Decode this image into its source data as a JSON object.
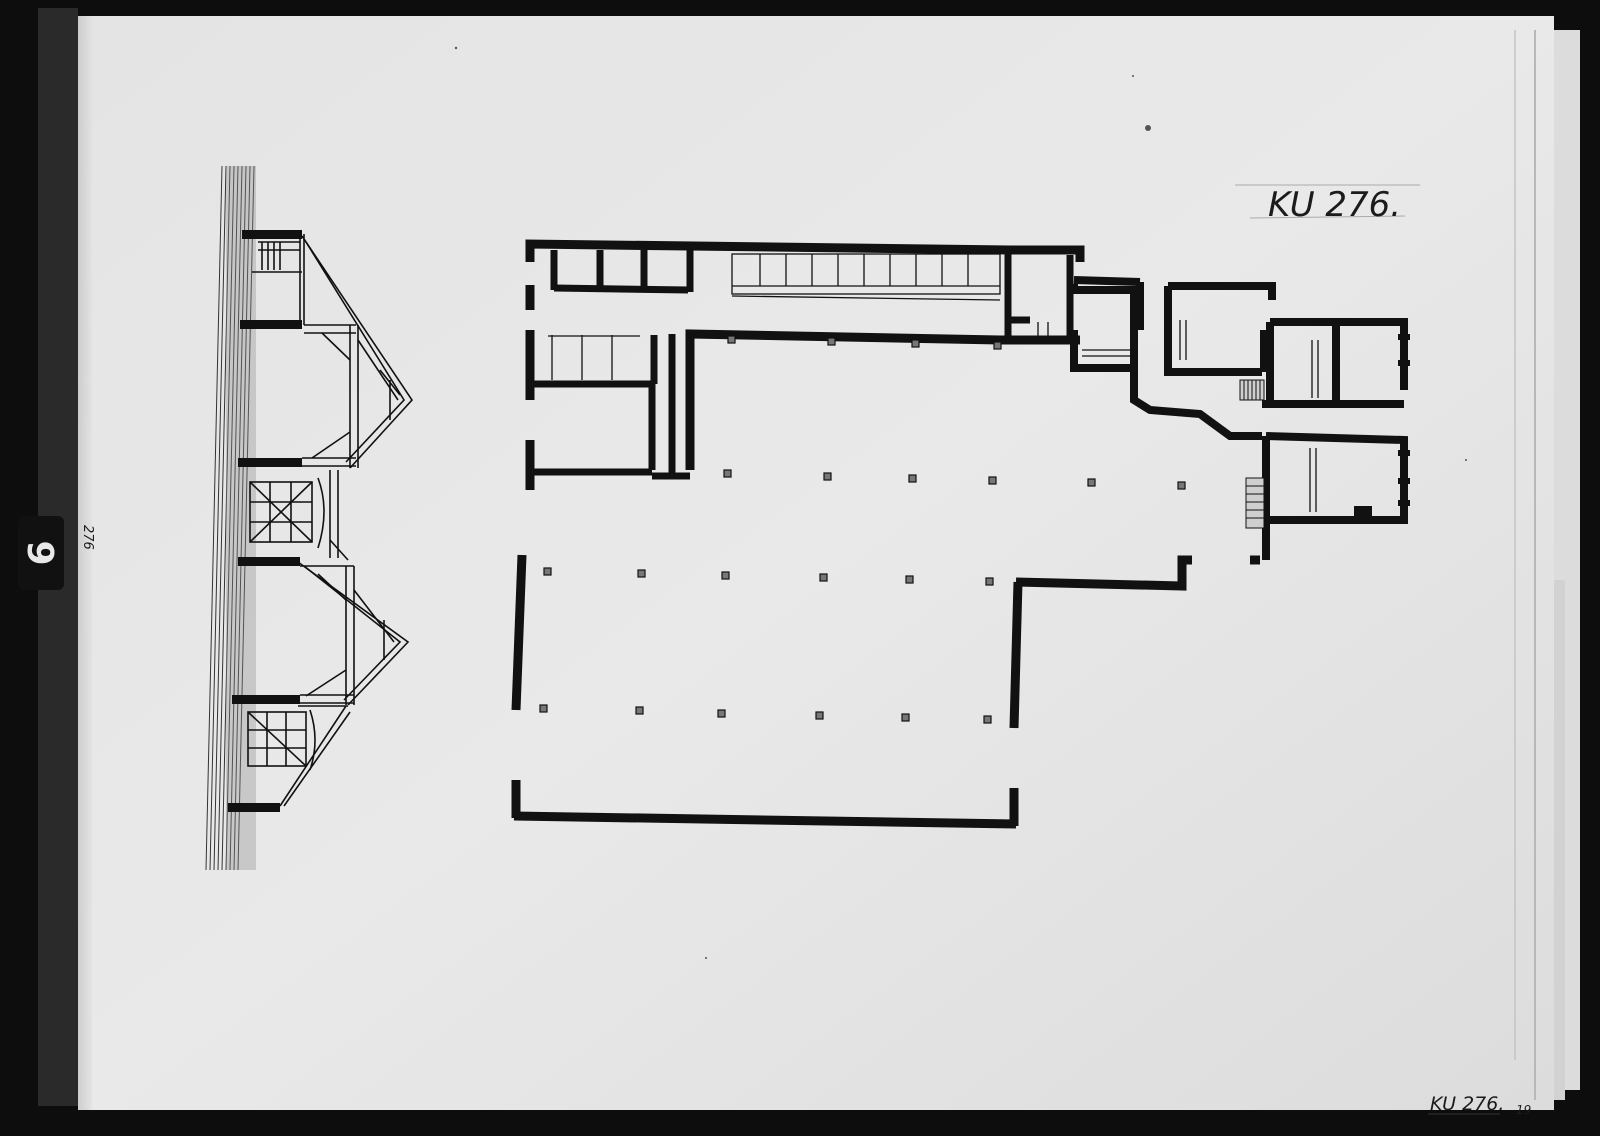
{
  "plate": {
    "catalog_label": "KU 276.",
    "edge_label": "KU 276.",
    "edge_suffix": "19",
    "tab_glyph": "9",
    "margin_note": "276"
  },
  "colors": {
    "background": "#0d0d0d",
    "paper": "#e6e6e6",
    "ink": "#111111"
  }
}
